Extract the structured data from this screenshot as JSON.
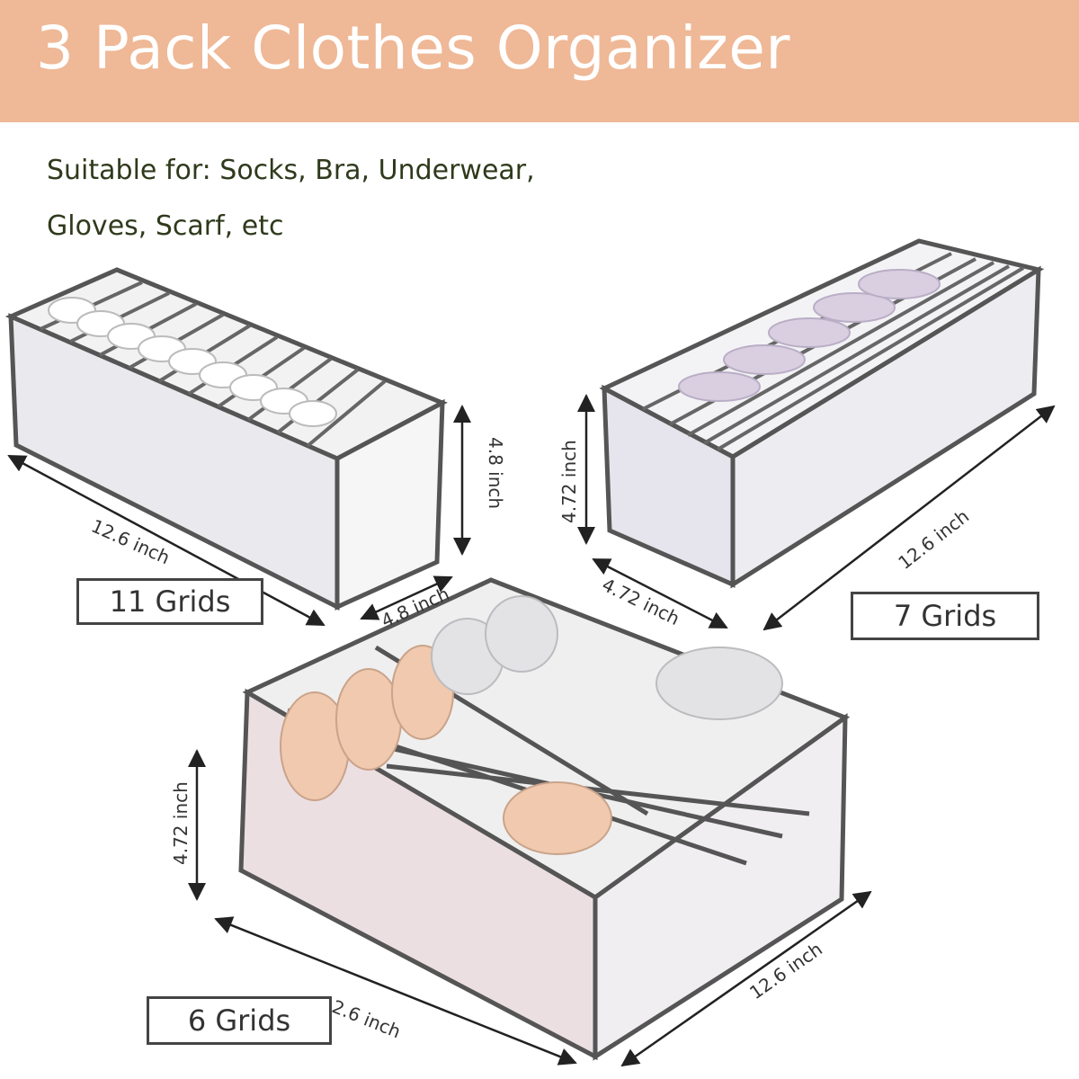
{
  "title": "3 Pack Clothes Organizer",
  "suitable": {
    "line1": "Suitable for:  Socks, Bra, Underwear,",
    "line2": "Gloves, Scarf, etc"
  },
  "organizers": [
    {
      "grids": "11 Grids",
      "length": "12.6 inch",
      "width": "4.8 inch",
      "height": "4.8 inch"
    },
    {
      "grids": "7 Grids",
      "length": "12.6 inch",
      "width": "4.72 inch",
      "height": "4.72 inch"
    },
    {
      "grids": "6 Grids",
      "length": "12.6 inch",
      "width": "12.6 inch",
      "height": "4.72 inch"
    }
  ],
  "colors": {
    "banner": "#efb896",
    "title": "#ffffff",
    "text": "#2f3a1c",
    "frame": "#555555"
  }
}
